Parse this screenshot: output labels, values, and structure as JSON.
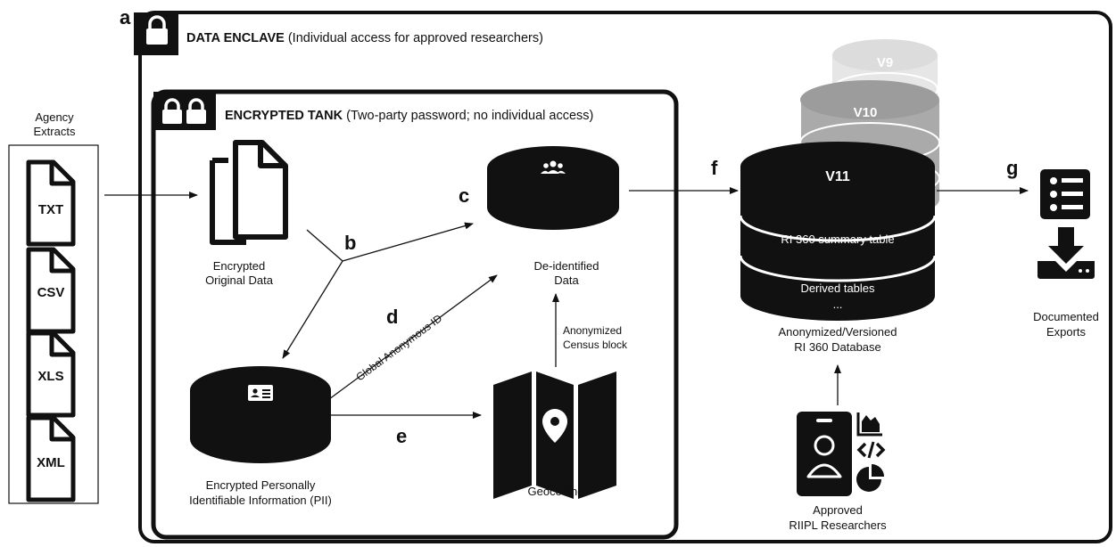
{
  "panel_letters": {
    "a": "a",
    "b": "b",
    "c": "c",
    "d": "d",
    "e": "e",
    "f": "f",
    "g": "g"
  },
  "enclave": {
    "title_bold": "DATA ENCLAVE",
    "title_rest": " (Individual access for approved researchers)"
  },
  "tank": {
    "title_bold": "ENCRYPTED TANK",
    "title_rest": " (Two-party password; no individual access)"
  },
  "agency": {
    "label_line1": "Agency",
    "label_line2": "Extracts",
    "files": [
      "TXT",
      "CSV",
      "XLS",
      "XML"
    ]
  },
  "nodes": {
    "original_line1": "Encrypted",
    "original_line2": "Original Data",
    "deidentified_line1": "De-identified",
    "deidentified_line2": "Data",
    "pii_line1": "Encrypted Personally",
    "pii_line2": "Identifiable Information (PII)",
    "geocoding": "Geocoding",
    "global_id": "Global Anonymous ID",
    "census_line1": "Anonymized",
    "census_line2": "Census block"
  },
  "database": {
    "versions": [
      "V9",
      "V10",
      "V11"
    ],
    "row1": "RI 360 summary table",
    "row2": "Derived tables",
    "row3": "...",
    "label_line1": "Anonymized/Versioned",
    "label_line2": "RI 360 Database"
  },
  "researchers": {
    "label_line1": "Approved",
    "label_line2": "RIIPL Researchers"
  },
  "exports": {
    "label_line1": "Documented",
    "label_line2": "Exports"
  }
}
